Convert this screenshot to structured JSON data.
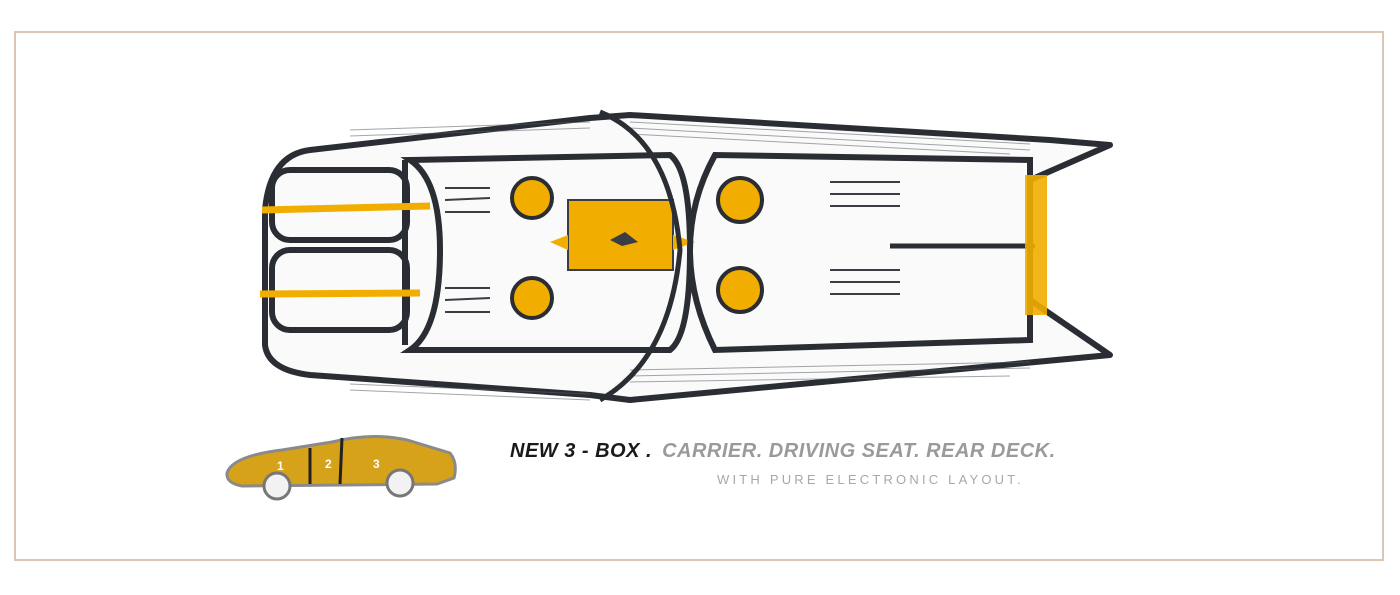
{
  "caption": {
    "headline_main": "NEW 3 - BOX .",
    "headline_rest": "CARRIER. DRIVING SEAT. REAR DECK.",
    "subline": "WITH  PURE ELECTRONIC LAYOUT."
  },
  "mini_car": {
    "section_labels": [
      "1",
      "2",
      "3"
    ]
  },
  "colors": {
    "accent": "#f2ae00",
    "ink": "#2a2d33",
    "frame": "#d9c7b4",
    "caption_gray": "#9a9a9a"
  }
}
